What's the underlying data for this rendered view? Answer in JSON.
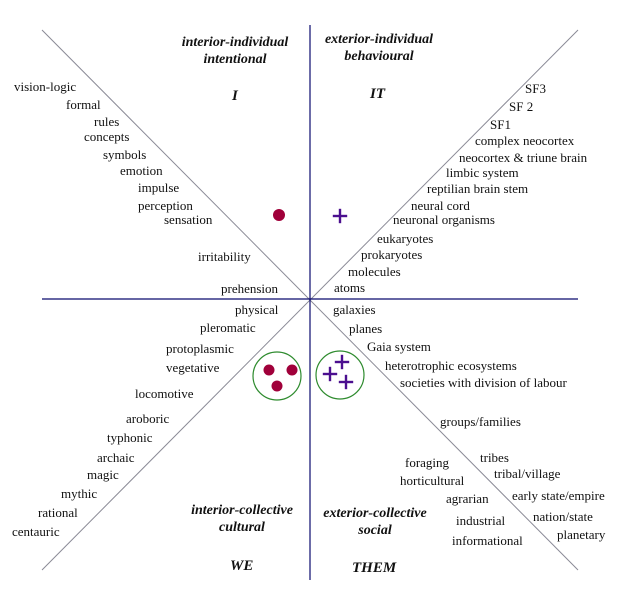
{
  "quadrants": {
    "ul": {
      "title_line1": "interior-individual",
      "title_line2": "intentional",
      "symbol": "I"
    },
    "ur": {
      "title_line1": "exterior-individual",
      "title_line2": "behavioural",
      "symbol": "IT"
    },
    "ll": {
      "title_line1": "interior-collective",
      "title_line2": "cultural",
      "symbol": "WE"
    },
    "lr": {
      "title_line1": "exterior-collective",
      "title_line2": "social",
      "symbol": "THEM"
    }
  },
  "upper_left": [
    "vision-logic",
    "formal",
    "rules",
    "concepts",
    "symbols",
    "emotion",
    "impulse",
    "perception",
    "sensation",
    "irritability",
    "prehension"
  ],
  "upper_right": [
    "SF3",
    "SF 2",
    "SF1",
    "complex neocortex",
    "neocortex & triune brain",
    "limbic system",
    "reptilian brain stem",
    "neural cord",
    "neuronal organisms",
    "eukaryotes",
    "prokaryotes",
    "molecules",
    "atoms"
  ],
  "lower_left": [
    "physical",
    "pleromatic",
    "protoplasmic",
    "vegetative",
    "locomotive",
    "aroboric",
    "typhonic",
    "archaic",
    "magic",
    "mythic",
    "rational",
    "centauric"
  ],
  "lower_right": [
    "galaxies",
    "planes",
    "Gaia system",
    "heterotrophic ecosystems",
    "societies with division of labour",
    "groups/families",
    "tribes",
    "tribal/village",
    "early state/empire",
    "nation/state",
    "planetary",
    "foraging",
    "horticultural",
    "agrarian",
    "industrial",
    "informational"
  ],
  "colors": {
    "dot": "#a0003a",
    "plus": "#4b0f8f",
    "circle": "#2e8b2e",
    "axis": "#0a0a6e",
    "diagonal": "#8a8a96"
  }
}
